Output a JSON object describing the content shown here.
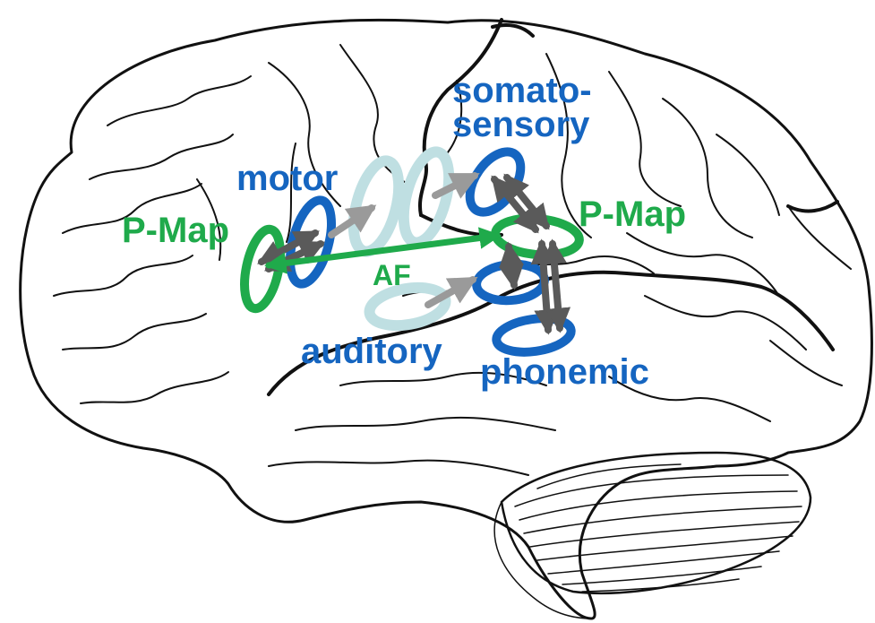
{
  "labels": {
    "motor": "motor",
    "somato_line1": "somato-",
    "somato_line2": "sensory",
    "pmap_left": "P-Map",
    "pmap_right": "P-Map",
    "af": "AF",
    "auditory": "auditory",
    "phonemic": "phonemic"
  },
  "colors": {
    "blue": "#1565c0",
    "green": "#1faa4b",
    "light_blue": "#bfdfe2",
    "gray_arrow": "#9a9a9a",
    "dark_arrow": "#5a5a5a",
    "outline": "#111111"
  },
  "icons": {
    "brain": "brain-outline-icon",
    "cerebellum": "cerebellum-icon"
  }
}
